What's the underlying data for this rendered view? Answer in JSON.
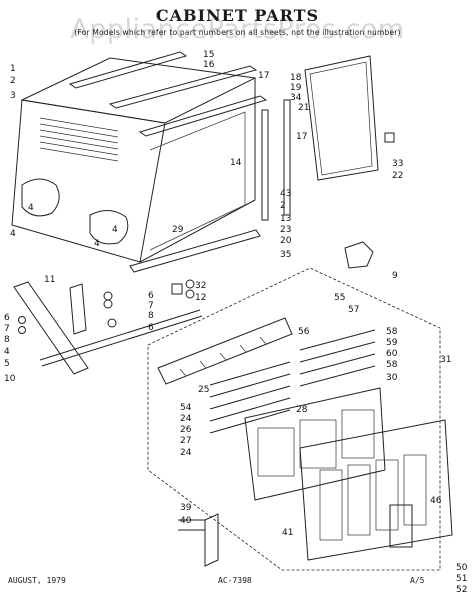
{
  "header": {
    "title": "CABINET PARTS",
    "subtitle": "(For Models which refer to part numbers on all sheets, not the illustration number)",
    "watermark": "AppliancePartsPros.com"
  },
  "footer": {
    "date": "AUGUST, 1979",
    "code": "AC-7398",
    "page": "A/5"
  },
  "callouts": {
    "c1": "1",
    "c2": "2",
    "c3": "3",
    "c4a": "4",
    "c4b": "4",
    "c4c": "4",
    "c4d": "4",
    "c5": "5",
    "c6a": "6",
    "c6b": "6",
    "c6c": "6",
    "c7a": "7",
    "c7b": "7",
    "c8a": "8",
    "c8b": "8",
    "c9": "9",
    "c10": "10",
    "c11": "11",
    "c12": "12",
    "c13": "13",
    "c14": "14",
    "c15": "15",
    "c16": "16",
    "c17a": "17",
    "c17b": "17",
    "c18": "18",
    "c19": "19",
    "c20": "20",
    "c21": "21",
    "c22": "22",
    "c23": "23",
    "c24a": "24",
    "c24b": "24",
    "c25": "25",
    "c26": "26",
    "c27": "27",
    "c28": "28",
    "c29": "29",
    "c2b": "2",
    "c30": "30",
    "c31": "31",
    "c32": "32",
    "c33": "33",
    "c34": "34",
    "c35": "35",
    "c39": "39",
    "c40": "40",
    "c41": "41",
    "c43": "43",
    "c46": "46",
    "c50": "50",
    "c51": "51",
    "c52": "52",
    "c54": "54",
    "c55": "55",
    "c56": "56",
    "c57": "57",
    "c58a": "58",
    "c58b": "58",
    "c59": "59",
    "c60": "60"
  }
}
